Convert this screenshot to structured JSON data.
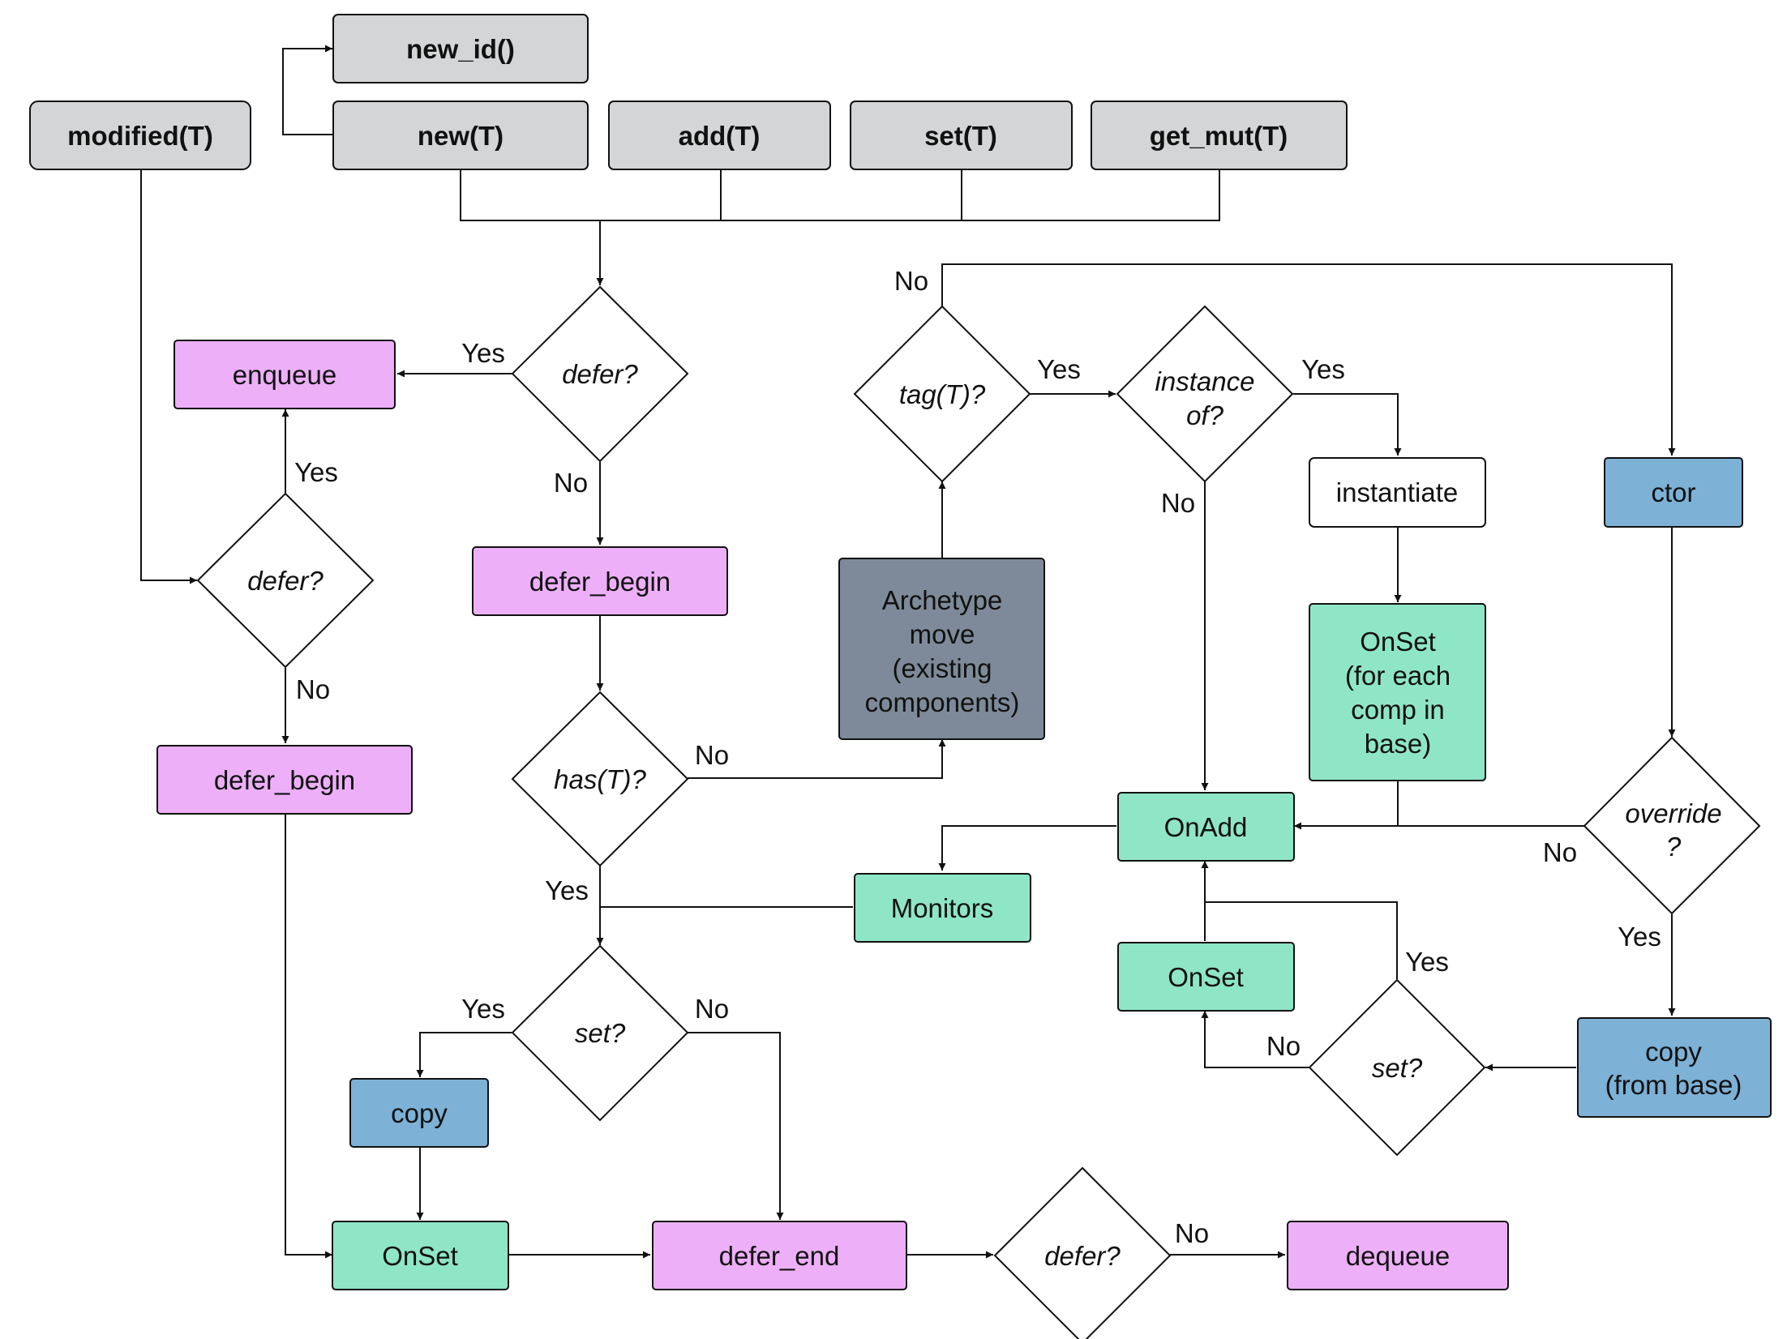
{
  "colors": {
    "api": "#d3d5d6",
    "defer": "#edaff8",
    "observer": "#8ee6c6",
    "data": "#7db1d6",
    "archetype": "#7e8a99",
    "plain": "#ffffff",
    "stroke": "#111111"
  },
  "nodes": {
    "new_id": "new_id()",
    "modified": "modified(T)",
    "new": "new(T)",
    "add": "add(T)",
    "set": "set(T)",
    "get_mut": "get_mut(T)",
    "enqueue": "enqueue",
    "defer_q1": "defer?",
    "defer_q2": "defer?",
    "defer_begin_left": "defer_begin",
    "defer_begin_main": "defer_begin",
    "has_q": "has(T)?",
    "tag_q": "tag(T)?",
    "archetype_move": [
      "Archetype",
      "move",
      "(existing",
      "components)"
    ],
    "instance_q": [
      "instance",
      "of?"
    ],
    "instantiate": "instantiate",
    "ctor": "ctor",
    "onset_base": [
      "OnSet",
      "(for each",
      "comp in",
      "base)"
    ],
    "onadd": "OnAdd",
    "monitors": "Monitors",
    "override_q": [
      "override",
      "?"
    ],
    "set_q1": "set?",
    "set_q2": "set?",
    "onset_mid": "OnSet",
    "copy": "copy",
    "copy_base": [
      "copy",
      "(from base)"
    ],
    "onset_bottom": "OnSet",
    "defer_end": "defer_end",
    "defer_q3": "defer?",
    "dequeue": "dequeue"
  },
  "edge_labels": {
    "defer1_yes": "Yes",
    "defer1_no": "No",
    "defer2_yes": "Yes",
    "defer2_no": "No",
    "has_no": "No",
    "has_yes": "Yes",
    "tag_no": "No",
    "tag_yes": "Yes",
    "instance_yes": "Yes",
    "instance_no": "No",
    "override_no": "No",
    "override_yes": "Yes",
    "set1_yes": "Yes",
    "set1_no": "No",
    "set2_yes": "Yes",
    "set2_no": "No",
    "defer3_no": "No"
  }
}
